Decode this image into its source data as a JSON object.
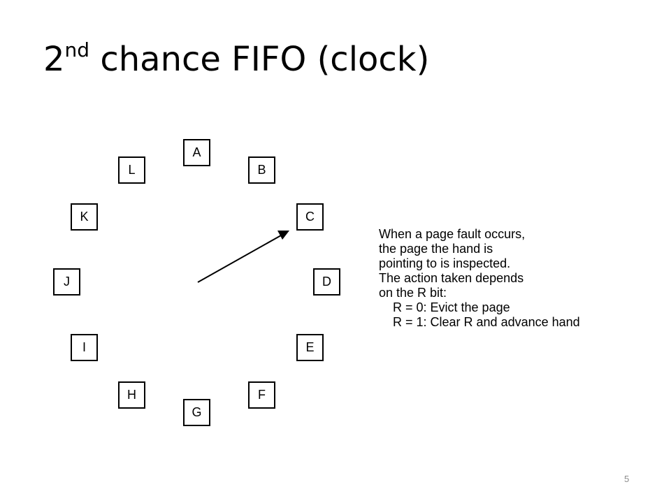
{
  "title": {
    "main": "2",
    "sup": "nd",
    "rest": " chance FIFO (clock)"
  },
  "clock": {
    "pages": [
      "A",
      "B",
      "C",
      "D",
      "E",
      "F",
      "G",
      "H",
      "I",
      "J",
      "K",
      "L"
    ],
    "hand_points_to": "C"
  },
  "explanation": {
    "lines": [
      "When a page fault occurs,",
      "the page the hand is",
      "pointing to is inspected.",
      "The action taken depends",
      "on the R bit:"
    ],
    "rules": [
      "R = 0: Evict the page",
      "R = 1: Clear R and advance hand"
    ]
  },
  "slide_number": "5"
}
